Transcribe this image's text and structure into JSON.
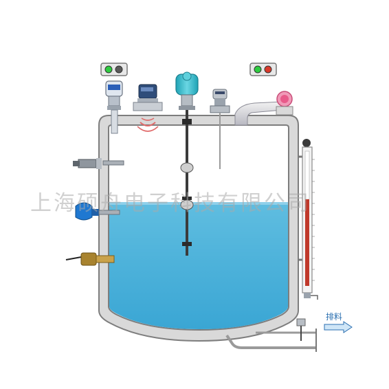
{
  "watermark": {
    "text": "上海硕舟电子科技有限公司"
  },
  "discharge": {
    "label": "排料"
  },
  "colors": {
    "liquid": "#3aa6d4",
    "liquid_top": "#8fd0ea",
    "tank_wall": "#dcdcdc",
    "tank_outline": "#8a8a8a",
    "indicator_green": "#2ecc40",
    "indicator_red": "#d93a2b",
    "sight_glass_red": "#c0392b",
    "accent_blue": "#1f78d1",
    "accent_teal": "#27b5c7",
    "accent_pink": "#e85a8a"
  },
  "components": [
    "status-light-panel-left",
    "status-light-panel-right",
    "ultrasonic-level-sensor",
    "radar-level-sensor",
    "magnetostrictive-level-transmitter",
    "guided-wave-radar",
    "inlet-pipe-with-alarm",
    "tuning-fork-switch",
    "float-level-switch",
    "capacitive-probe",
    "magnetic-sight-glass",
    "drain-pipe",
    "temperature-probe"
  ]
}
